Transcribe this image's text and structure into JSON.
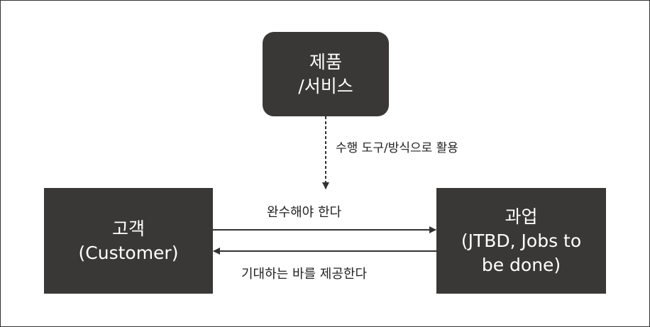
{
  "product": {
    "line1": "제품",
    "line2": "/서비스"
  },
  "customer": {
    "line1": "고객",
    "line2": "(Customer)"
  },
  "jobs": {
    "line1": "과업",
    "line2": "(JTBD, Jobs to",
    "line3": "be done)"
  },
  "edges": {
    "product_to_jobs": "수행 도구/방식으로 활용",
    "customer_to_jobs": "완수해야 한다",
    "jobs_to_customer": "기대하는 바를 제공한다"
  },
  "colors": {
    "box_fill": "#3a3836",
    "box_text": "#ffffff",
    "arrow": "#333333"
  }
}
